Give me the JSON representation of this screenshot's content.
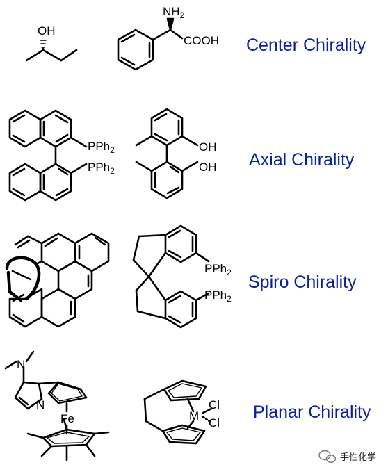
{
  "rows": [
    {
      "label": "Center Chirality",
      "mol1": {
        "atoms": {
          "oh": "OH"
        }
      },
      "mol2": {
        "atoms": {
          "nh2": "NH",
          "nh2_sub": "2",
          "cooh": "COOH"
        }
      }
    },
    {
      "label": "Axial Chirality",
      "mol1": {
        "atoms": {
          "pph_a": "PPh",
          "pph_a_sub": "2",
          "pph_b": "PPh",
          "pph_b_sub": "2"
        }
      },
      "mol2": {
        "atoms": {
          "oh_a": "OH",
          "oh_b": "OH"
        }
      }
    },
    {
      "label": "Spiro Chirality",
      "mol1": {
        "atoms": {}
      },
      "mol2": {
        "atoms": {
          "pph_a": "PPh",
          "pph_a_sub": "2",
          "pph_b": "PPh",
          "pph_b_sub": "2"
        }
      }
    },
    {
      "label": "Planar Chirality",
      "mol1": {
        "atoms": {
          "n_amine": "N",
          "n_ring": "N",
          "fe": "Fe"
        }
      },
      "mol2": {
        "atoms": {
          "m": "M",
          "cl_a": "Cl",
          "cl_b": "Cl"
        }
      }
    }
  ],
  "watermark": {
    "text": "手性化学",
    "icon": "wechat-icon"
  },
  "colors": {
    "label": "#0b1fa0",
    "bond": "#000000"
  }
}
